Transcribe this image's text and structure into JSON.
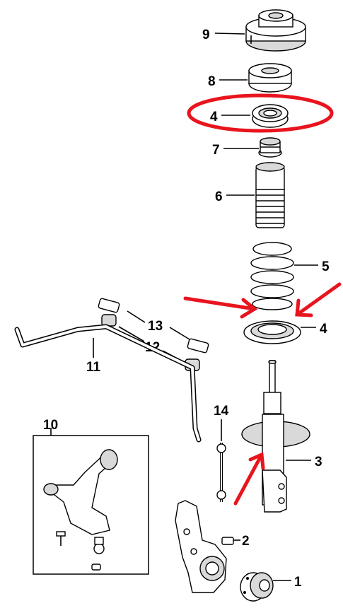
{
  "callouts": {
    "c1": "1",
    "c2": "2",
    "c3": "3",
    "c4_top": "4",
    "c4_bottom": "4",
    "c5": "5",
    "c6": "6",
    "c7": "7",
    "c8": "8",
    "c9": "9",
    "c10": "10",
    "c11": "11",
    "c12": "12",
    "c13": "13",
    "c14": "14"
  },
  "highlight_color": "#e8141e",
  "icons": [
    "strut-mount-icon",
    "bearing-icon",
    "spring-seat-icon",
    "bump-stop-icon",
    "dust-boot-icon",
    "coil-spring-icon",
    "strut-icon",
    "knuckle-icon",
    "hub-icon",
    "stabilizer-bar-icon",
    "bushing-icon",
    "bracket-icon",
    "link-icon",
    "control-arm-icon"
  ]
}
